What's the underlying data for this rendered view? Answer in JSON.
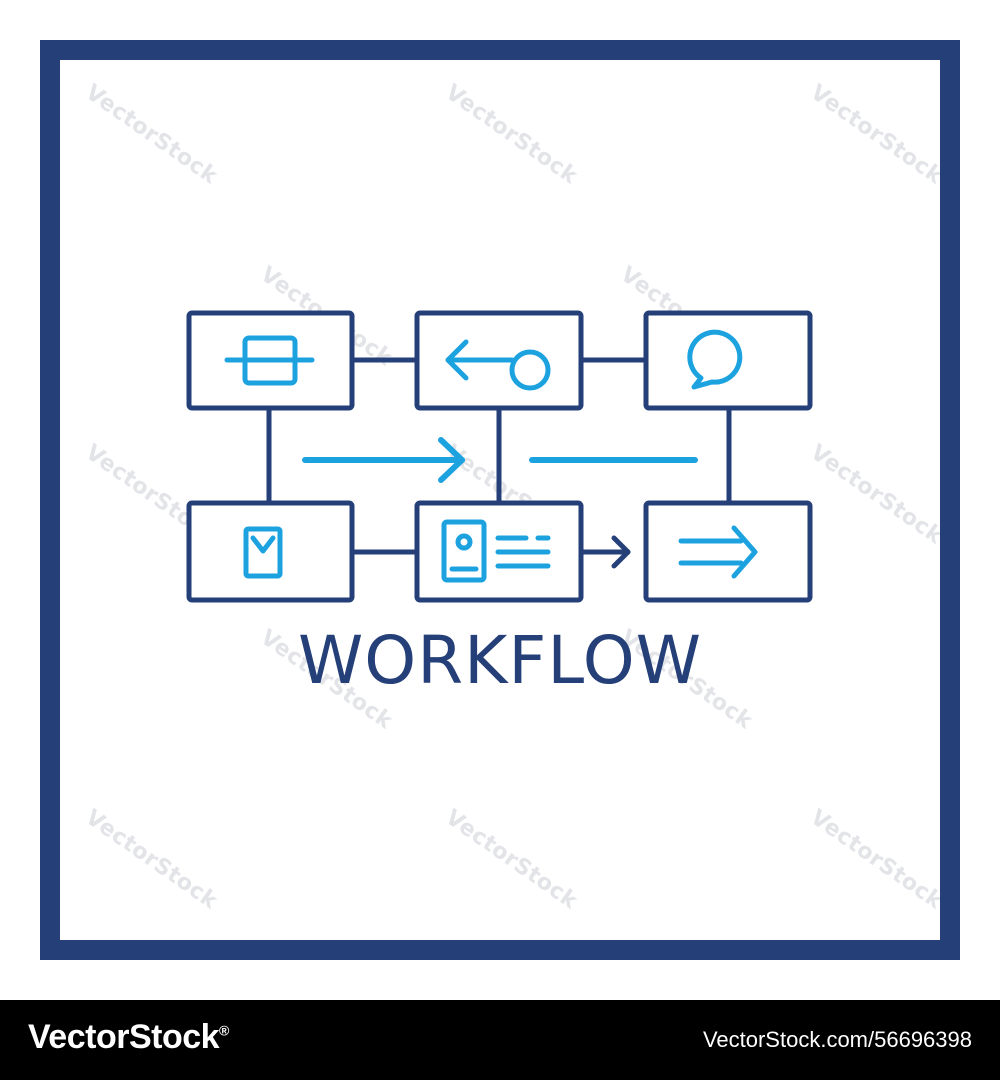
{
  "diagram": {
    "title": "WORKFLOW",
    "colors": {
      "frame": "#253f78",
      "box_stroke": "#253f78",
      "icon": "#1da2e0",
      "background": "#ffffff"
    },
    "boxes": [
      {
        "id": "box-top-left",
        "icon": "bus-connector-icon"
      },
      {
        "id": "box-top-middle",
        "icon": "arrow-left-with-circle-icon"
      },
      {
        "id": "box-top-right",
        "icon": "speech-bubble-icon"
      },
      {
        "id": "box-bottom-left",
        "icon": "envelope-icon"
      },
      {
        "id": "box-bottom-middle",
        "icon": "id-card-icon"
      },
      {
        "id": "box-bottom-right",
        "icon": "double-arrow-right-icon"
      }
    ]
  },
  "watermark": {
    "text": "VectorStock"
  },
  "footer": {
    "brand": "VectorStock",
    "brand_mark": "®",
    "url": "VectorStock.com/56696398"
  }
}
